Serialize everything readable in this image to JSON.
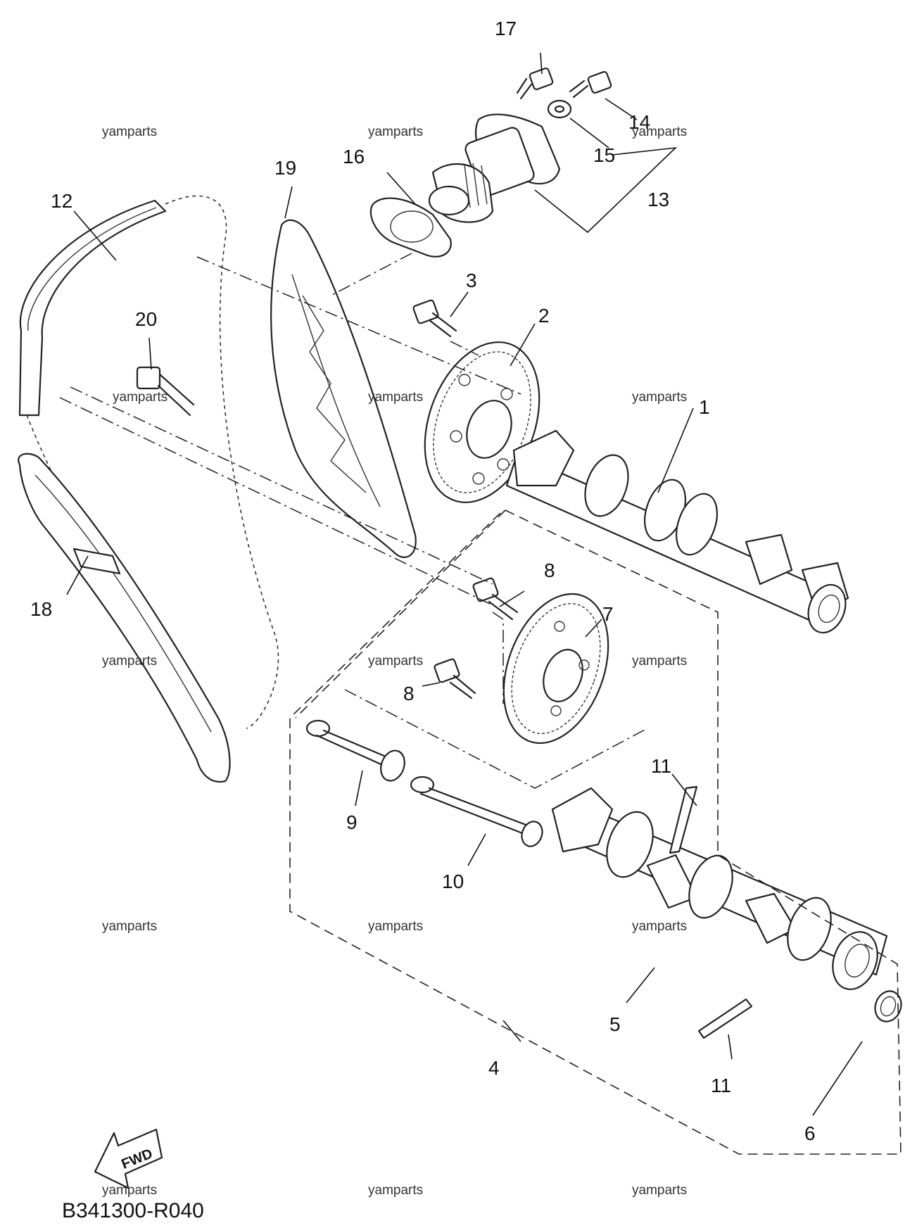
{
  "diagram": {
    "code": "B341300-R040",
    "fwd_label": "FWD",
    "watermark_text": "yamparts",
    "callouts": [
      "1",
      "2",
      "3",
      "4",
      "5",
      "6",
      "7",
      "8",
      "8",
      "9",
      "10",
      "11",
      "11",
      "12",
      "13",
      "14",
      "15",
      "16",
      "17",
      "18",
      "19",
      "20"
    ]
  }
}
